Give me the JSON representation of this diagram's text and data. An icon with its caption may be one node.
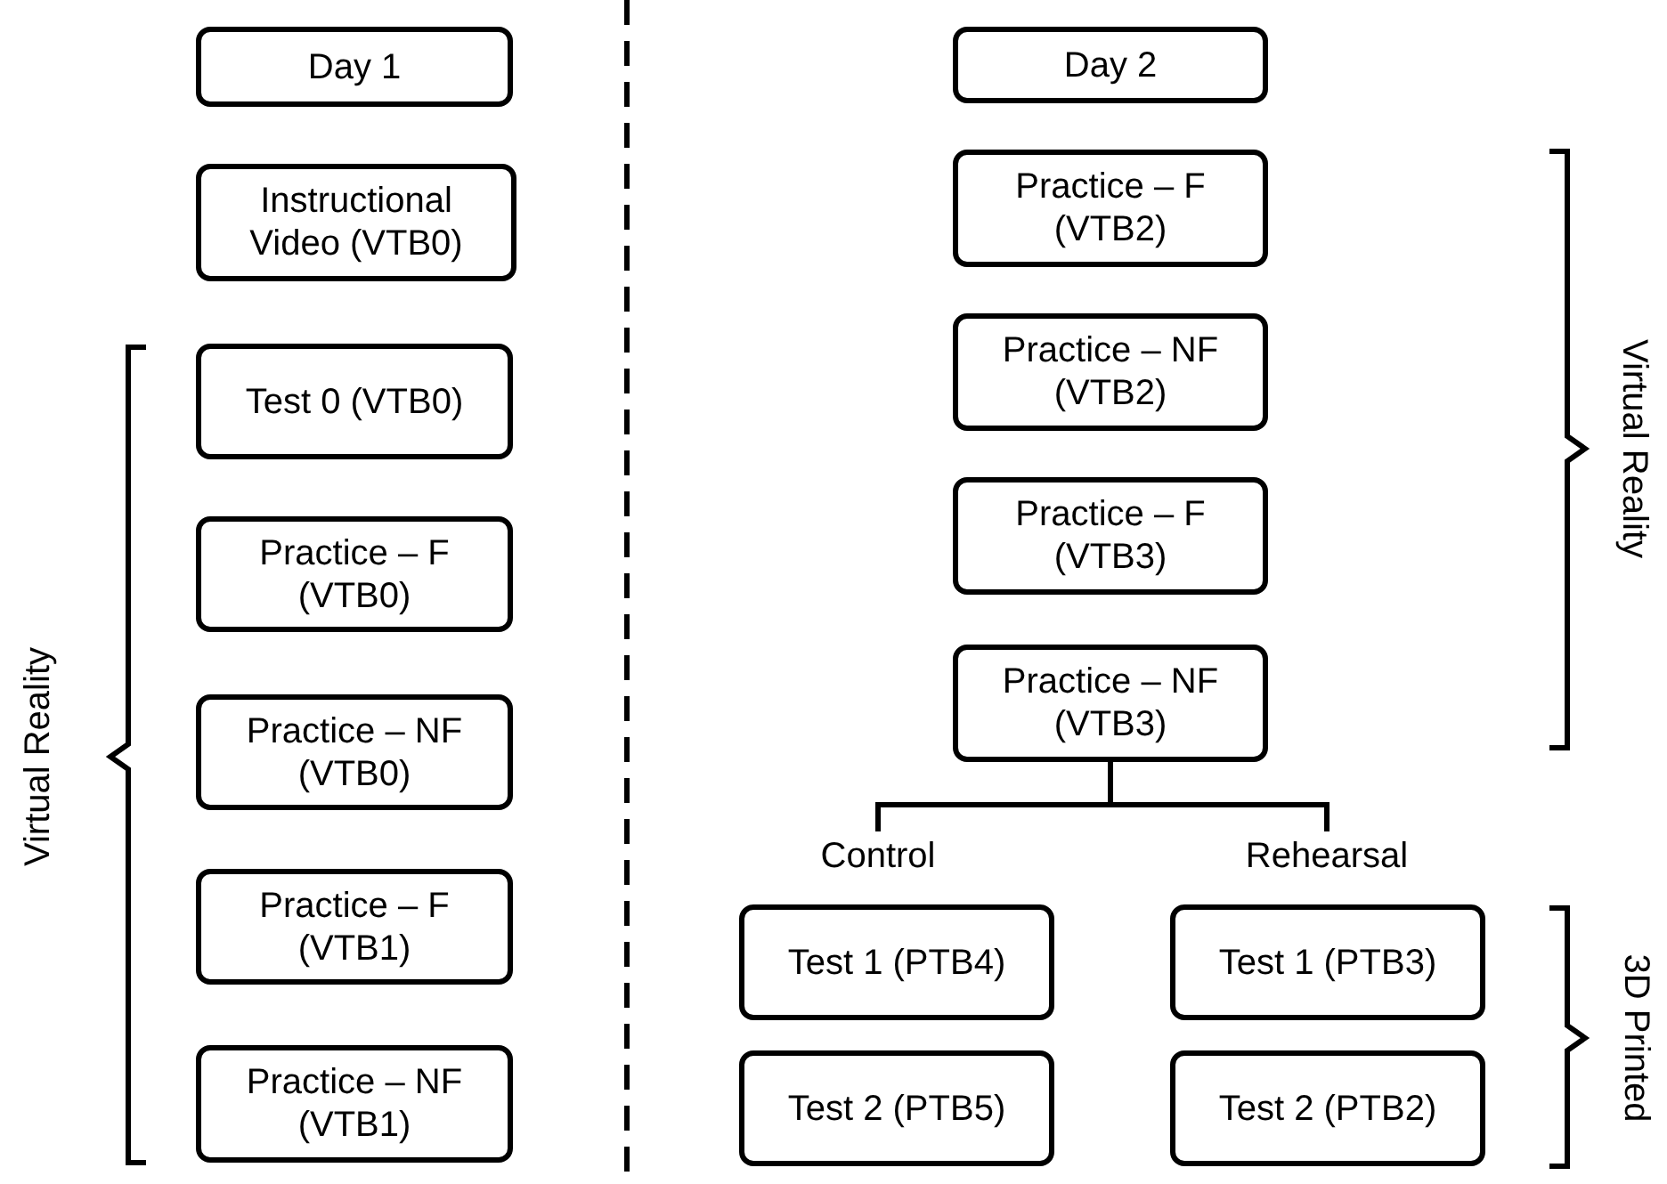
{
  "diagram": {
    "nodes": [
      {
        "text": [
          "Day 1"
        ]
      },
      {
        "text": [
          "Instructional Video (VTB0)"
        ]
      },
      {
        "text": [
          "Test 0 (VTB0)"
        ]
      },
      {
        "text": [
          "Practice – F (VTB0)"
        ]
      },
      {
        "text": [
          "Practice – NF (VTB0)"
        ]
      },
      {
        "text": [
          "Practice – F (VTB1)"
        ]
      },
      {
        "text": [
          "Practice – NF (VTB1)"
        ]
      },
      {
        "text": [
          "Day 2"
        ]
      },
      {
        "text": [
          "Practice – F (VTB2)"
        ]
      },
      {
        "text": [
          "Practice – NF (VTB2)"
        ]
      },
      {
        "text": [
          "Practice – F (VTB3)"
        ]
      },
      {
        "text": [
          "Practice – NF (VTB3)"
        ]
      },
      {
        "text": [
          "Control"
        ]
      },
      {
        "text": [
          "Rehearsal"
        ]
      },
      {
        "text": [
          "Test 1 (PTB4)"
        ]
      },
      {
        "text": [
          "Test 1 (PTB3)"
        ]
      },
      {
        "text": [
          "Test 2 (PTB5)"
        ]
      },
      {
        "text": [
          "Test 2 (PTB2)"
        ]
      }
    ],
    "edges": [
      {
        "from": 11,
        "to": 12,
        "arrow": "none"
      },
      {
        "from": 11,
        "to": 13,
        "arrow": "none"
      }
    ],
    "labels": [
      "Virtual Reality",
      "Virtual Reality",
      "3D Printed"
    ]
  }
}
